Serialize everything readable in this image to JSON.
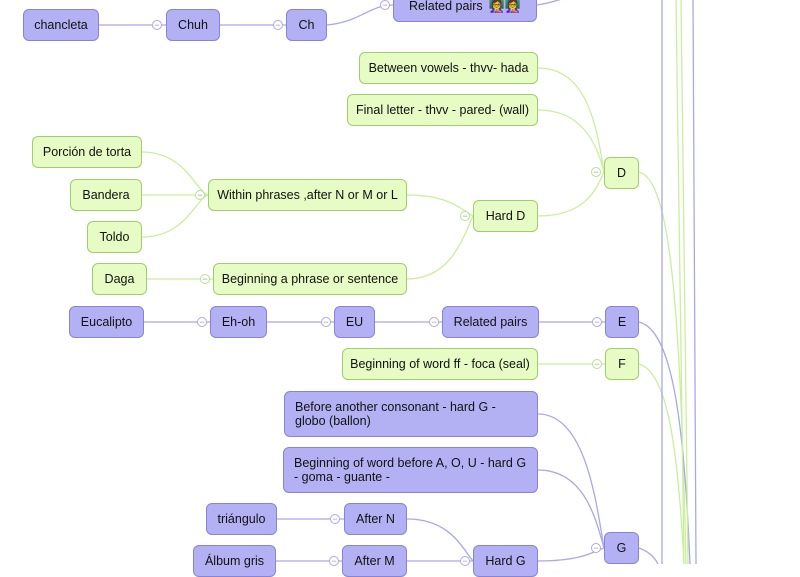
{
  "nodes": {
    "chancleta": "chancleta",
    "chuh": "Chuh",
    "ch": "Ch",
    "related_pairs_top": "Related pairs",
    "related_pairs_top_emoji": "👩‍🏫👩‍🏫",
    "between_vowels": "Between vowels - thvv- hada",
    "final_letter": "Final letter - thvv - pared- (wall)",
    "d": "D",
    "porcion": "Porción de torta",
    "bandera": "Bandera",
    "toldo": "Toldo",
    "within_phrases": "Within phrases ,after N or M or L",
    "hard_d": "Hard D",
    "daga": "Daga",
    "beginning_phrase": "Beginning a phrase or sentence",
    "eucalipto": "Eucalipto",
    "eh_oh": "Eh-oh",
    "eu": "EU",
    "related_pairs": "Related pairs",
    "e": "E",
    "beginning_ff": "Beginning of word ff - foca (seal)",
    "f": "F",
    "before_consonant": "Before another consonant - hard G - globo (ballon)",
    "before_aou": "Beginning of word before A, O, U - hard G - goma - guante -",
    "g": "G",
    "triangulo": "triángulo",
    "after_n": "After N",
    "album_gris": "Álbum gris",
    "after_m": "After M",
    "hard_g": "Hard G"
  },
  "colors": {
    "green_fill": "#e7fbc4",
    "green_line": "#c9ef9d",
    "blue_fill": "#b3b1f3",
    "blue_line": "#a9a8e8"
  },
  "collapse_symbol": "−"
}
